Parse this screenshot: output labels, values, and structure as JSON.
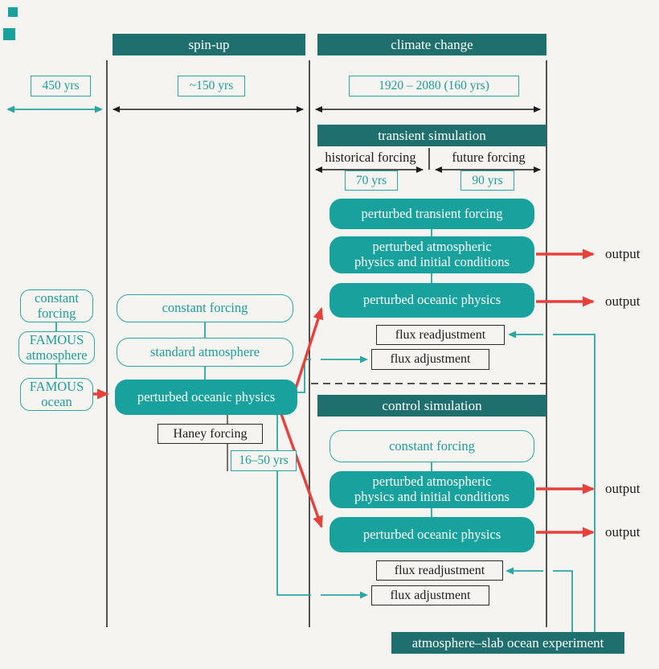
{
  "colors": {
    "teal_dark": "#1e6f6e",
    "teal_fill": "#18a19d",
    "teal_line": "#2aa7a3",
    "red_arrow": "#e8403a",
    "line_black": "#1c1c1c",
    "background": "#f6f4f1"
  },
  "headers": {
    "spin_up": "spin-up",
    "climate_change": "climate change",
    "transient_simulation": "transient simulation",
    "control_simulation": "control simulation",
    "slab_ocean_experiment": "atmosphere–slab ocean experiment"
  },
  "durations": {
    "initial": "450 yrs",
    "spin_up": "~150 yrs",
    "climate_change": "1920 – 2080 (160 yrs)",
    "historical": "70 yrs",
    "future": "90 yrs",
    "haney": "16–50 yrs"
  },
  "forcing_phases": {
    "historical": "historical forcing",
    "future": "future forcing"
  },
  "inputs": {
    "constant_forcing": "constant forcing",
    "famous_atmosphere": "FAMOUS atmosphere",
    "famous_ocean": "FAMOUS ocean"
  },
  "spin_up": {
    "constant_forcing": "constant forcing",
    "standard_atmosphere": "standard atmosphere",
    "perturbed_oceanic_physics": "perturbed oceanic physics",
    "haney_forcing": "Haney forcing"
  },
  "transient": {
    "perturbed_transient_forcing": "perturbed transient forcing",
    "perturbed_atmospheric_l1": "perturbed atmospheric",
    "perturbed_atmospheric_l2": "physics and initial conditions",
    "perturbed_oceanic": "perturbed oceanic physics",
    "flux_readjustment": "flux readjustment",
    "flux_adjustment": "flux adjustment"
  },
  "control": {
    "constant_forcing": "constant forcing",
    "perturbed_atmospheric_l1": "perturbed atmospheric",
    "perturbed_atmospheric_l2": "physics and initial conditions",
    "perturbed_oceanic": "perturbed oceanic physics",
    "flux_readjustment": "flux readjustment",
    "flux_adjustment": "flux adjustment"
  },
  "outputs": [
    "output",
    "output",
    "output",
    "output"
  ]
}
